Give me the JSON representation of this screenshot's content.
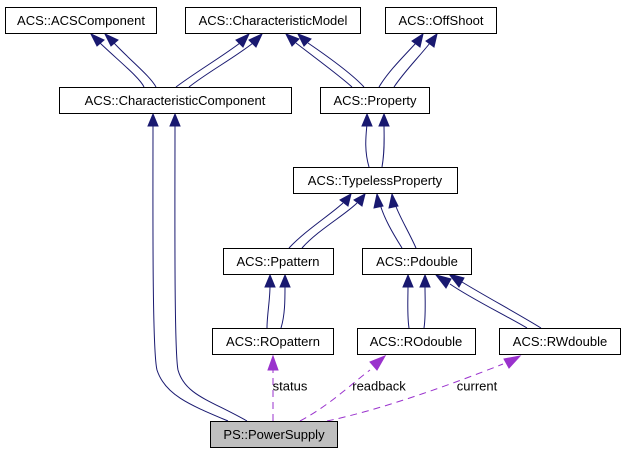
{
  "diagram": {
    "type": "class-collaboration-graph",
    "nodes": [
      {
        "id": "acs-component",
        "label": "ACS::ACSComponent"
      },
      {
        "id": "characteristic-model",
        "label": "ACS::CharacteristicModel"
      },
      {
        "id": "offshoot",
        "label": "ACS::OffShoot"
      },
      {
        "id": "characteristic-component",
        "label": "ACS::CharacteristicComponent"
      },
      {
        "id": "property",
        "label": "ACS::Property"
      },
      {
        "id": "typeless-property",
        "label": "ACS::TypelessProperty"
      },
      {
        "id": "ppattern",
        "label": "ACS::Ppattern"
      },
      {
        "id": "pdouble",
        "label": "ACS::Pdouble"
      },
      {
        "id": "ropattern",
        "label": "ACS::ROpattern"
      },
      {
        "id": "rodouble",
        "label": "ACS::ROdouble"
      },
      {
        "id": "rwdouble",
        "label": "ACS::RWdouble"
      },
      {
        "id": "power-supply",
        "label": "PS::PowerSupply",
        "highlighted": true
      }
    ],
    "inheritance_edges": [
      {
        "from": "characteristic-component",
        "to": "acs-component"
      },
      {
        "from": "characteristic-component",
        "to": "characteristic-model"
      },
      {
        "from": "property",
        "to": "characteristic-model"
      },
      {
        "from": "property",
        "to": "offshoot"
      },
      {
        "from": "typeless-property",
        "to": "property"
      },
      {
        "from": "ppattern",
        "to": "typeless-property"
      },
      {
        "from": "pdouble",
        "to": "typeless-property"
      },
      {
        "from": "ropattern",
        "to": "ppattern"
      },
      {
        "from": "rodouble",
        "to": "pdouble"
      },
      {
        "from": "rwdouble",
        "to": "pdouble"
      },
      {
        "from": "power-supply",
        "to": "characteristic-component"
      }
    ],
    "usage_edges": [
      {
        "from": "power-supply",
        "to": "ropattern",
        "label": "status"
      },
      {
        "from": "power-supply",
        "to": "rodouble",
        "label": "readback"
      },
      {
        "from": "power-supply",
        "to": "rwdouble",
        "label": "current"
      }
    ],
    "colors": {
      "inheritance": "#191970",
      "usage": "#9a32cd",
      "highlight_fill": "#bfbfbf",
      "node_fill": "#ffffff",
      "node_border": "#000000"
    }
  }
}
